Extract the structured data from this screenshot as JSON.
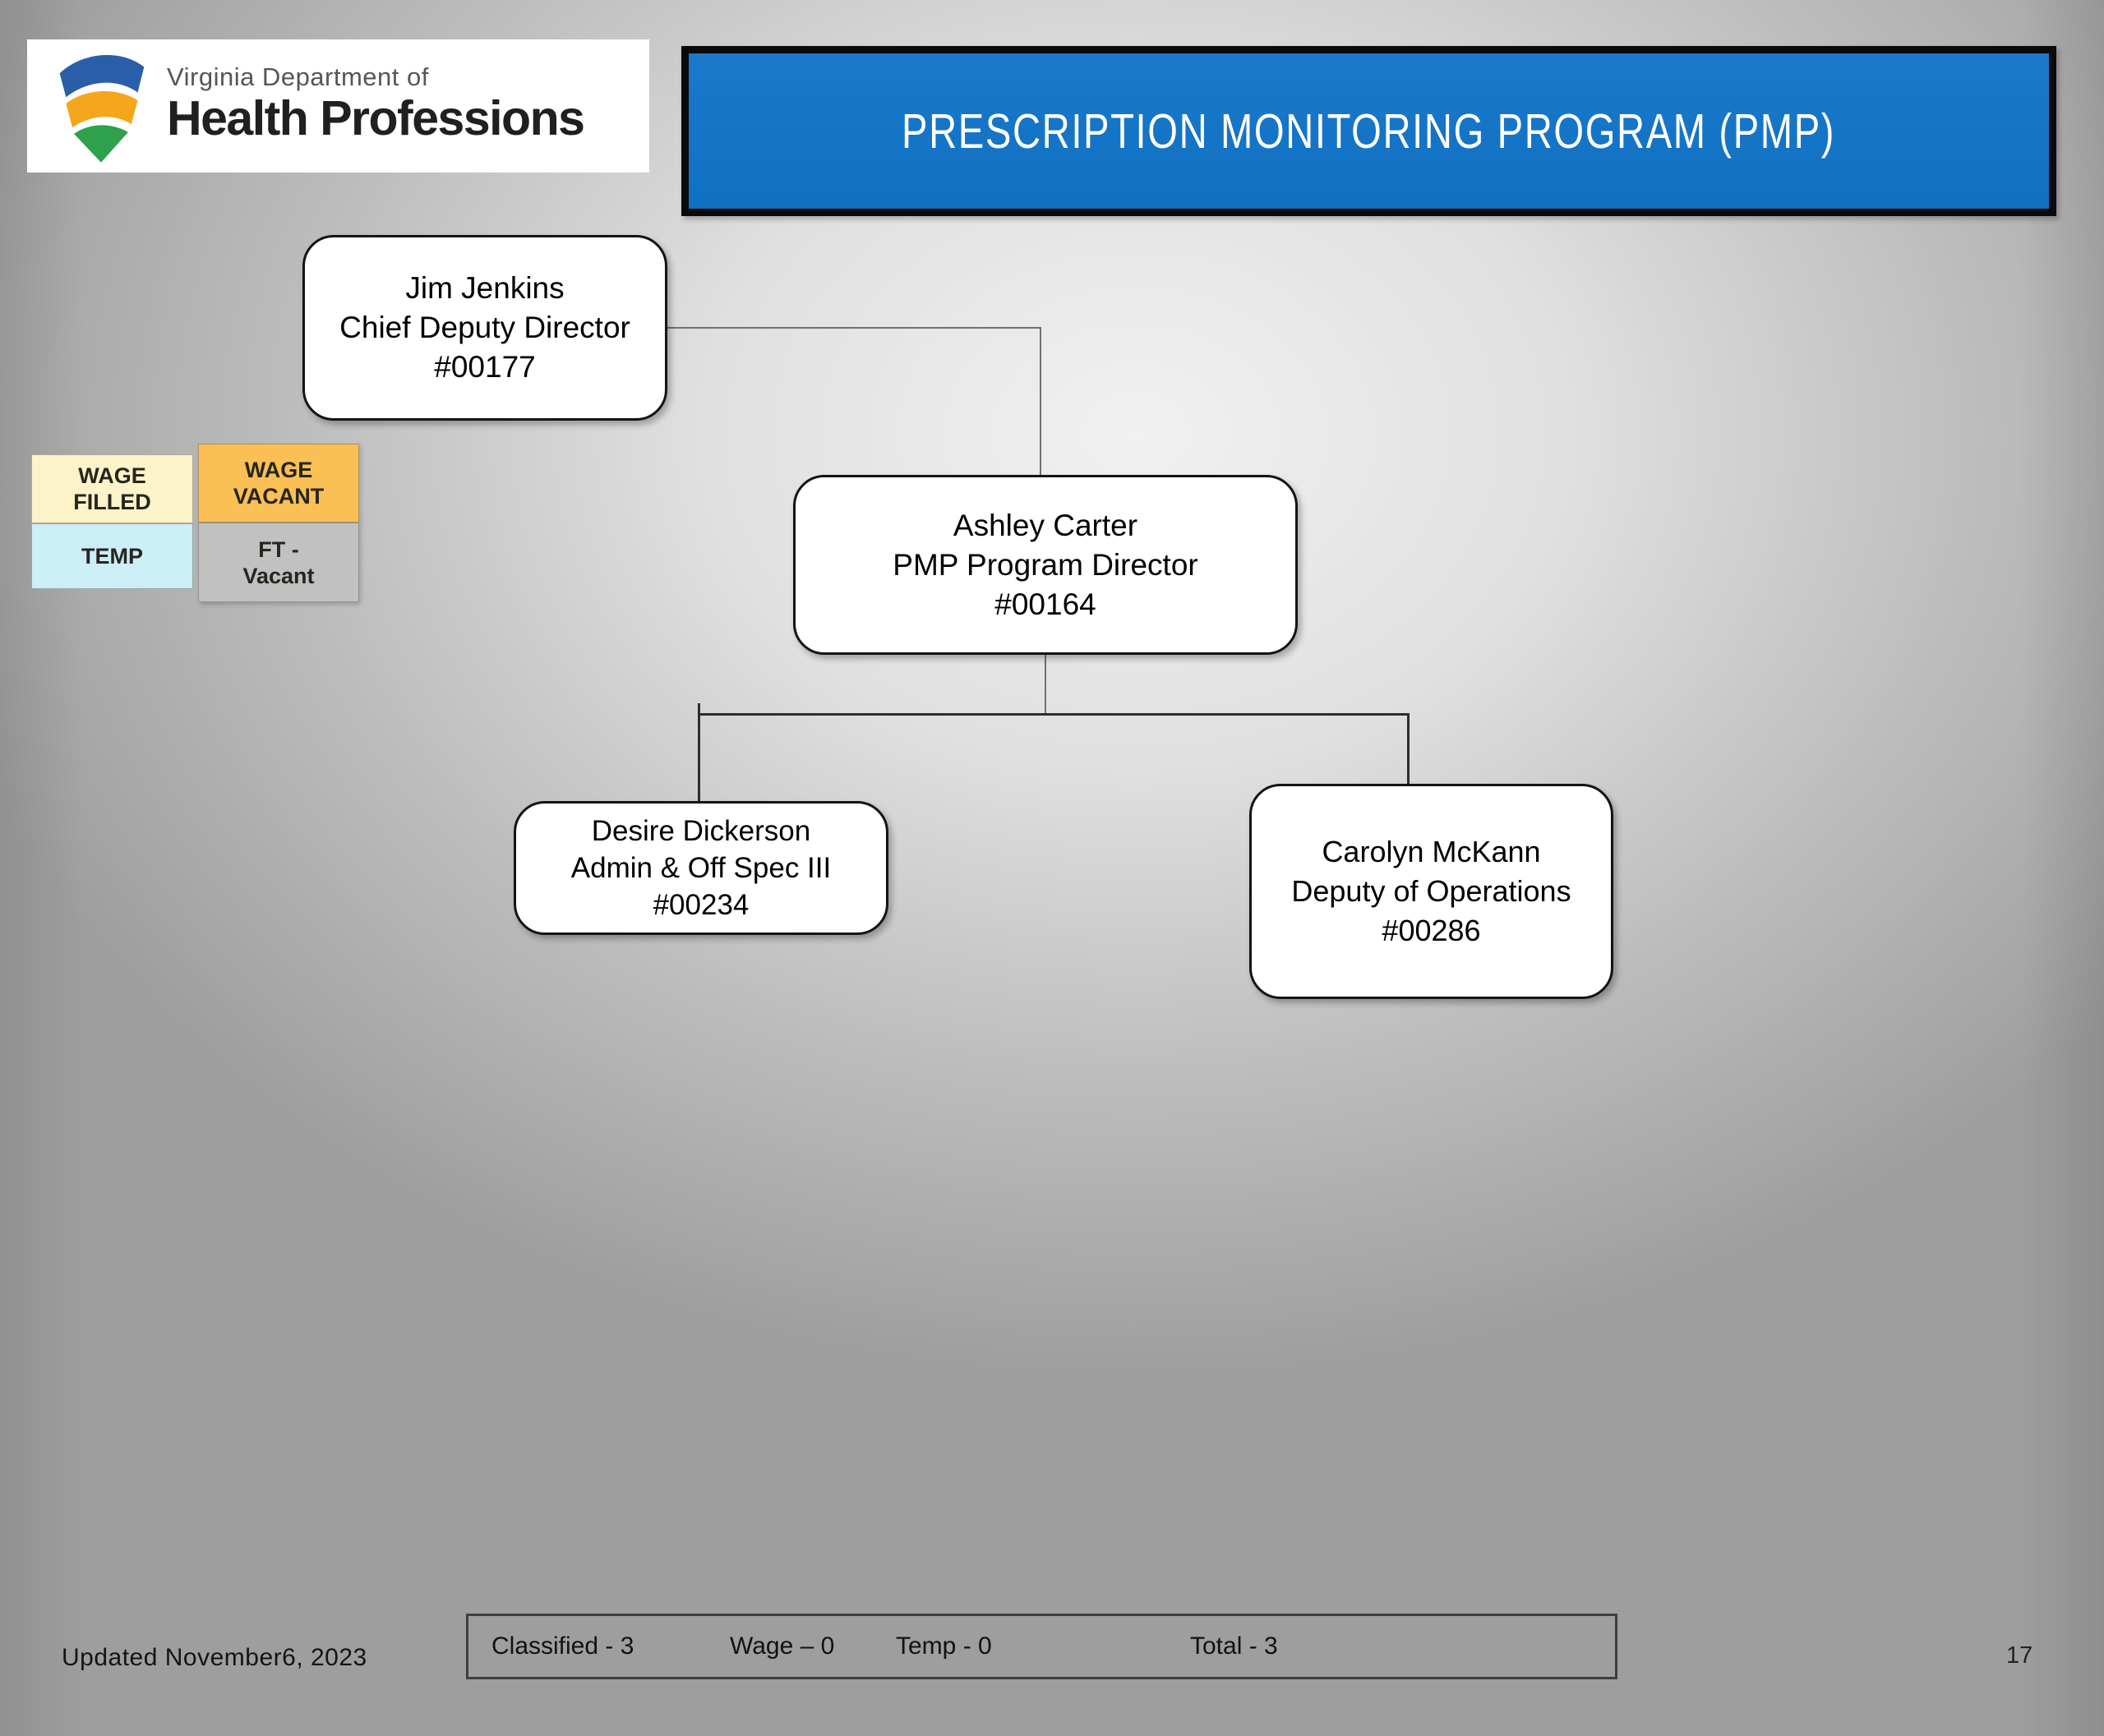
{
  "slide": {
    "title_banner": "PRESCRIPTION MONITORING PROGRAM (PMP)",
    "banner_color": "#1173c4",
    "updated_note": "Updated November6, 2023",
    "page_number": "17"
  },
  "logo": {
    "line1": "Virginia Department of",
    "line2": "Health Professions",
    "icon": "vdhp-shield-icon",
    "icon_colors": {
      "blue": "#2b5ea9",
      "gold": "#f4a61d",
      "green": "#2fa04c"
    }
  },
  "legend": {
    "items": [
      {
        "label": "WAGE\nFILLED",
        "color": "#FDF3C9"
      },
      {
        "label": "WAGE\nVACANT",
        "color": "#FABF55"
      },
      {
        "label": "TEMP",
        "color": "#CBEEF7"
      },
      {
        "label": "FT -\nVacant",
        "color": "#C2C1C1"
      }
    ]
  },
  "org_chart": {
    "nodes": {
      "jim": {
        "name": "Jim Jenkins",
        "title": "Chief Deputy Director",
        "position": "#00177",
        "reports_to": null
      },
      "ashley": {
        "name": "Ashley Carter",
        "title": "PMP Program Director",
        "position": "#00164",
        "reports_to": "Jim Jenkins"
      },
      "desire": {
        "name": "Desire Dickerson",
        "title": "Admin & Off Spec III",
        "position": "#00234",
        "reports_to": "Ashley Carter"
      },
      "carolyn": {
        "name": "Carolyn McKann",
        "title": "Deputy of Operations",
        "position": "#00286",
        "reports_to": "Ashley Carter"
      }
    }
  },
  "footer": {
    "stats": [
      "Classified - 3",
      "Wage – 0",
      "Temp - 0",
      "Total - 3"
    ]
  }
}
